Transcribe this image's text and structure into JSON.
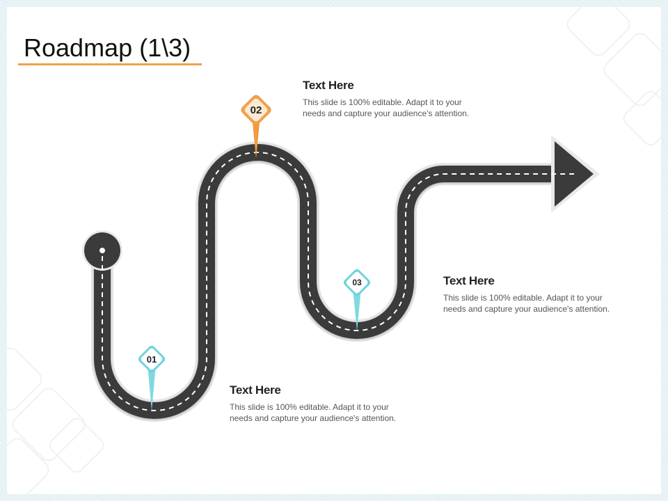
{
  "title": "Roadmap (1\\3)",
  "colors": {
    "accent_orange": "#f0a04b",
    "accent_teal": "#6fd3dc",
    "road": "#3b3b3b",
    "title_rule": "#f0a04b"
  },
  "milestones": [
    {
      "number": "01",
      "heading": "Text Here",
      "body": "This slide is 100% editable. Adapt it to your needs and capture your audience's attention."
    },
    {
      "number": "02",
      "heading": "Text Here",
      "body": "This slide is 100% editable. Adapt it to your needs and capture your audience's attention."
    },
    {
      "number": "03",
      "heading": "Text Here",
      "body": "This slide is 100% editable. Adapt it to your needs and capture your audience's attention."
    }
  ]
}
